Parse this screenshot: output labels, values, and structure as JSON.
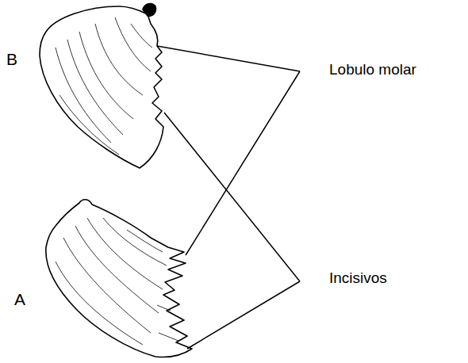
{
  "diagram": {
    "labels": [
      "B",
      "Lobulo molar",
      "A",
      "Incisivos"
    ]
  }
}
